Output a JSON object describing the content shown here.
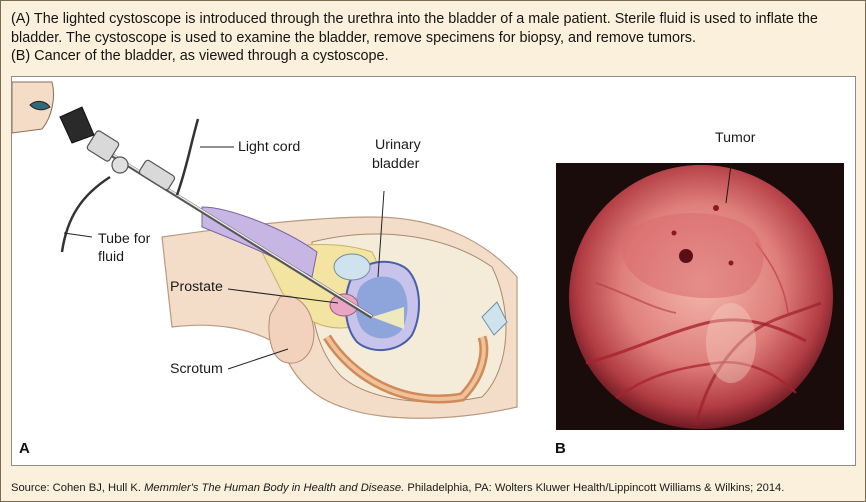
{
  "caption": {
    "part_a": "(A) The lighted cystoscope is introduced through the urethra into the bladder of a male patient. Sterile fluid is used to inflate the bladder. The cystoscope is used to examine the bladder, remove specimens for biopsy, and remove tumors.",
    "part_b": "(B) Cancer of the bladder, as viewed through a cystoscope."
  },
  "figure_a": {
    "labels": {
      "light_cord": "Light cord",
      "urinary_bladder_line1": "Urinary",
      "urinary_bladder_line2": "bladder",
      "tube_for_fluid_line1": "Tube for",
      "tube_for_fluid_line2": "fluid",
      "prostate": "Prostate",
      "scrotum": "Scrotum"
    },
    "panel_letter": "A"
  },
  "figure_b": {
    "labels": {
      "tumor": "Tumor"
    },
    "panel_letter": "B"
  },
  "source": {
    "prefix": "Source: Cohen BJ, Hull K. ",
    "title": "Memmler's The Human Body in Health and Disease.",
    "suffix": " Philadelphia, PA: Wolters Kluwer Health/Lippincott Williams & Wilkins; 2014."
  }
}
